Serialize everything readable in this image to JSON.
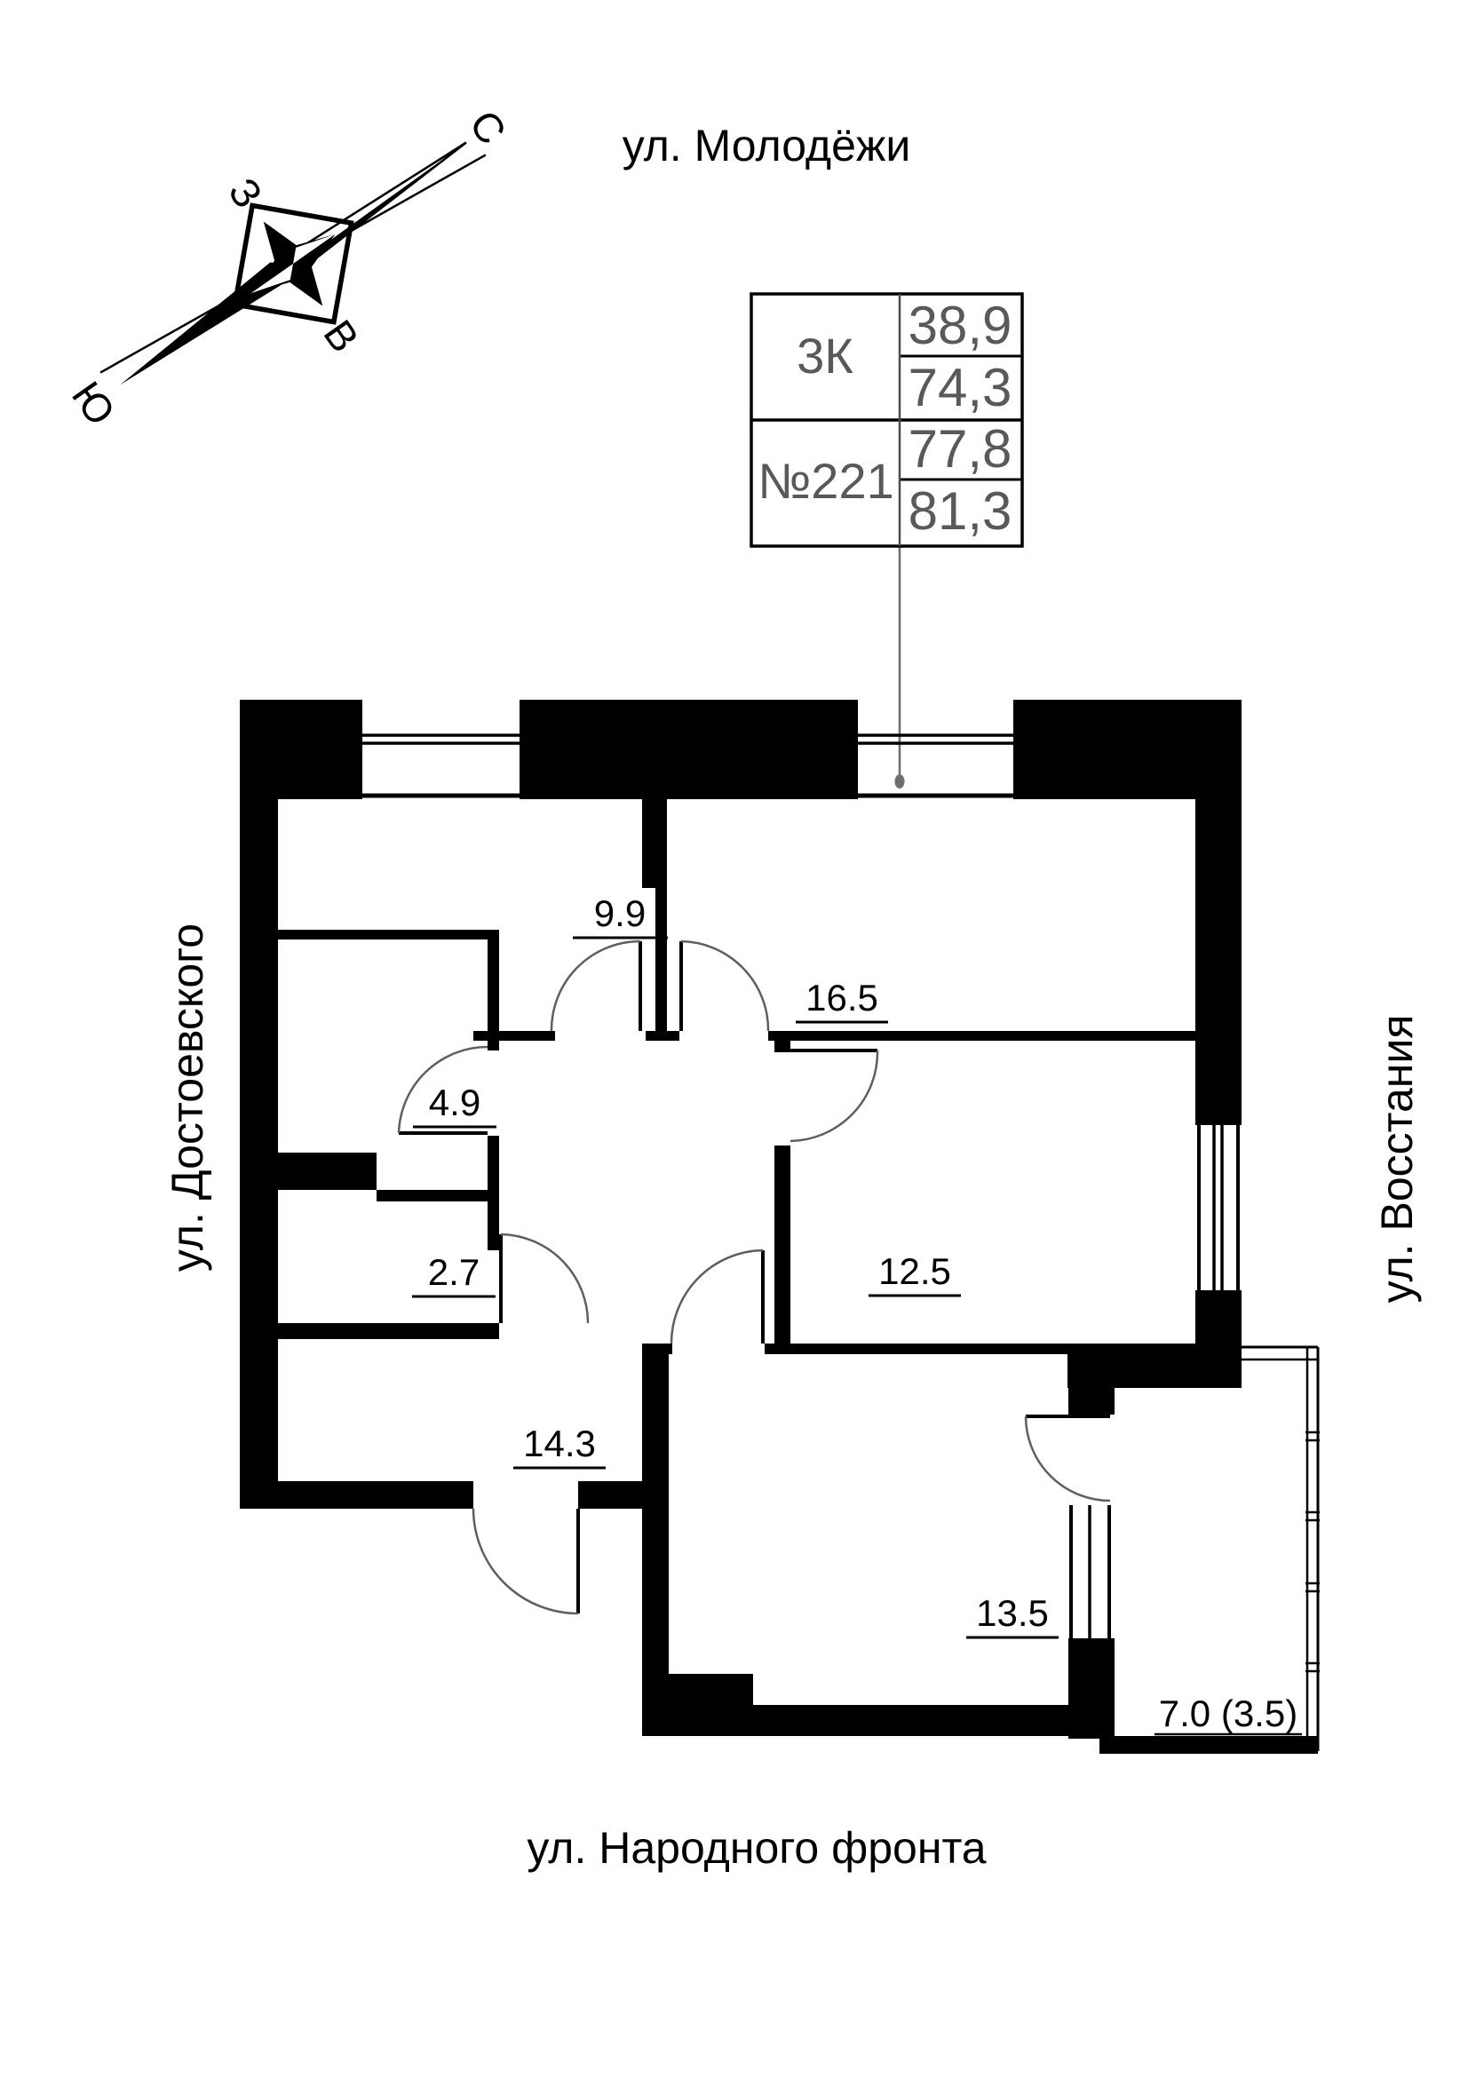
{
  "title": "Apartment floor plan",
  "streets": {
    "top": "ул. Молодёжи",
    "left": "ул. Достоевского",
    "right": "ул. Восстания",
    "bottom": "ул. Народного фронта"
  },
  "info_table": {
    "unit_type": "3К",
    "unit_number": "№221",
    "areas": [
      "38,9",
      "74,3",
      "77,8",
      "81,3"
    ]
  },
  "compass": {
    "north": "С",
    "south": "Ю",
    "west": "З",
    "east": "В"
  },
  "rooms": [
    {
      "id": "room-1",
      "area": "9.9"
    },
    {
      "id": "room-2",
      "area": "16.5"
    },
    {
      "id": "room-3",
      "area": "4.9"
    },
    {
      "id": "room-4",
      "area": "2.7"
    },
    {
      "id": "room-5",
      "area": "12.5"
    },
    {
      "id": "room-6",
      "area": "14.3"
    },
    {
      "id": "room-7",
      "area": "13.5"
    },
    {
      "id": "room-8",
      "area": "7.0 (3.5)"
    }
  ],
  "colors": {
    "wall": "#000000",
    "table_text": "#58595b",
    "leader_line": "#6e6e6e",
    "door_arc": "#5f5f5f"
  }
}
